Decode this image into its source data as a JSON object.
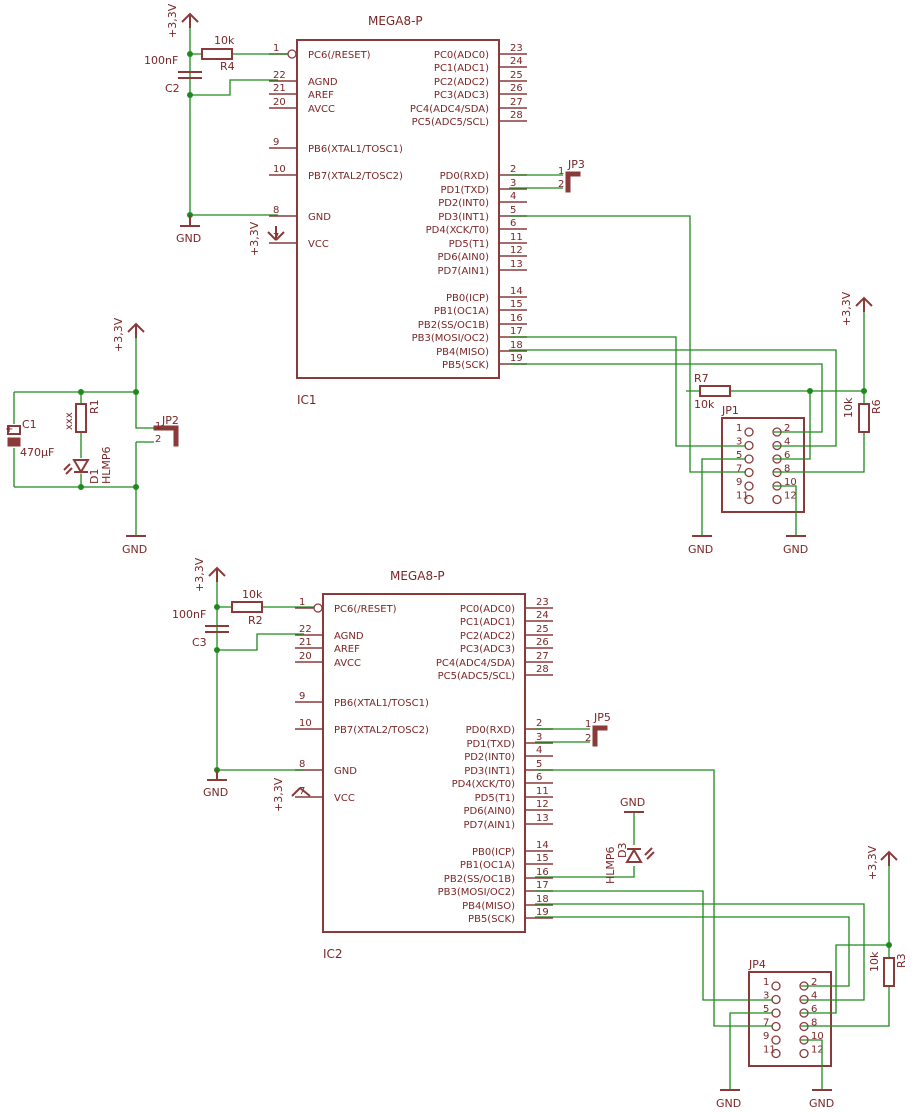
{
  "ic1": {
    "title": "MEGA8-P",
    "name": "IC1",
    "left_pins": [
      {
        "num": "1",
        "label": "PC6(/RESET)"
      },
      {
        "num": "22",
        "label": "AGND"
      },
      {
        "num": "21",
        "label": "AREF"
      },
      {
        "num": "20",
        "label": "AVCC"
      },
      {
        "num": "9",
        "label": "PB6(XTAL1/TOSC1)"
      },
      {
        "num": "10",
        "label": "PB7(XTAL2/TOSC2)"
      },
      {
        "num": "8",
        "label": "GND"
      },
      {
        "num": "7",
        "label": "VCC"
      }
    ],
    "right_pins": [
      {
        "num": "23",
        "label": "PC0(ADC0)"
      },
      {
        "num": "24",
        "label": "PC1(ADC1)"
      },
      {
        "num": "25",
        "label": "PC2(ADC2)"
      },
      {
        "num": "26",
        "label": "PC3(ADC3)"
      },
      {
        "num": "27",
        "label": "PC4(ADC4/SDA)"
      },
      {
        "num": "28",
        "label": "PC5(ADC5/SCL)"
      },
      {
        "num": "2",
        "label": "PD0(RXD)"
      },
      {
        "num": "3",
        "label": "PD1(TXD)"
      },
      {
        "num": "4",
        "label": "PD2(INT0)"
      },
      {
        "num": "5",
        "label": "PD3(INT1)"
      },
      {
        "num": "6",
        "label": "PD4(XCK/T0)"
      },
      {
        "num": "11",
        "label": "PD5(T1)"
      },
      {
        "num": "12",
        "label": "PD6(AIN0)"
      },
      {
        "num": "13",
        "label": "PD7(AIN1)"
      },
      {
        "num": "14",
        "label": "PB0(ICP)"
      },
      {
        "num": "15",
        "label": "PB1(OC1A)"
      },
      {
        "num": "16",
        "label": "PB2(SS/OC1B)"
      },
      {
        "num": "17",
        "label": "PB3(MOSI/OC2)"
      },
      {
        "num": "18",
        "label": "PB4(MISO)"
      },
      {
        "num": "19",
        "label": "PB5(SCK)"
      }
    ]
  },
  "ic2": {
    "title": "MEGA8-P",
    "name": "IC2",
    "left_pins": [
      {
        "num": "1",
        "label": "PC6(/RESET)"
      },
      {
        "num": "22",
        "label": "AGND"
      },
      {
        "num": "21",
        "label": "AREF"
      },
      {
        "num": "20",
        "label": "AVCC"
      },
      {
        "num": "9",
        "label": "PB6(XTAL1/TOSC1)"
      },
      {
        "num": "10",
        "label": "PB7(XTAL2/TOSC2)"
      },
      {
        "num": "8",
        "label": "GND"
      },
      {
        "num": "7",
        "label": "VCC"
      }
    ],
    "right_pins": [
      {
        "num": "23",
        "label": "PC0(ADC0)"
      },
      {
        "num": "24",
        "label": "PC1(ADC1)"
      },
      {
        "num": "25",
        "label": "PC2(ADC2)"
      },
      {
        "num": "26",
        "label": "PC3(ADC3)"
      },
      {
        "num": "27",
        "label": "PC4(ADC4/SDA)"
      },
      {
        "num": "28",
        "label": "PC5(ADC5/SCL)"
      },
      {
        "num": "2",
        "label": "PD0(RXD)"
      },
      {
        "num": "3",
        "label": "PD1(TXD)"
      },
      {
        "num": "4",
        "label": "PD2(INT0)"
      },
      {
        "num": "5",
        "label": "PD3(INT1)"
      },
      {
        "num": "6",
        "label": "PD4(XCK/T0)"
      },
      {
        "num": "11",
        "label": "PD5(T1)"
      },
      {
        "num": "12",
        "label": "PD6(AIN0)"
      },
      {
        "num": "13",
        "label": "PD7(AIN1)"
      },
      {
        "num": "14",
        "label": "PB0(ICP)"
      },
      {
        "num": "15",
        "label": "PB1(OC1A)"
      },
      {
        "num": "16",
        "label": "PB2(SS/OC1B)"
      },
      {
        "num": "17",
        "label": "PB3(MOSI/OC2)"
      },
      {
        "num": "18",
        "label": "PB4(MISO)"
      },
      {
        "num": "19",
        "label": "PB5(SCK)"
      }
    ]
  },
  "supply": {
    "vcc": "+3,3V",
    "gnd": "GND"
  },
  "components": {
    "r4": {
      "name": "R4",
      "value": "10k"
    },
    "c2": {
      "name": "C2",
      "value": "100nF"
    },
    "r2": {
      "name": "R2",
      "value": "10k"
    },
    "c3": {
      "name": "C3",
      "value": "100nF"
    },
    "r7": {
      "name": "R7",
      "value": "10k"
    },
    "r6": {
      "name": "R6",
      "value": "10k"
    },
    "r3": {
      "name": "R3",
      "value": "10k"
    },
    "r1": {
      "name": "R1",
      "value": "xxx"
    },
    "c1": {
      "name": "C1",
      "value": "470µF"
    },
    "d1": {
      "name": "D1",
      "value": "HLMP6"
    },
    "d3": {
      "name": "D3",
      "value": "HLMP6"
    }
  },
  "jumpers": {
    "jp1": "JP1",
    "jp2": "JP2",
    "jp3": "JP3",
    "jp4": "JP4",
    "jp5": "JP5",
    "pins2": [
      "1",
      "2"
    ],
    "header_left": [
      "1",
      "3",
      "5",
      "7",
      "9",
      "11"
    ],
    "header_right": [
      "2",
      "4",
      "6",
      "8",
      "10",
      "12"
    ]
  },
  "colors": {
    "part": "#8b3a3a",
    "wire": "#1e8a1e",
    "text": "#7a2626"
  }
}
